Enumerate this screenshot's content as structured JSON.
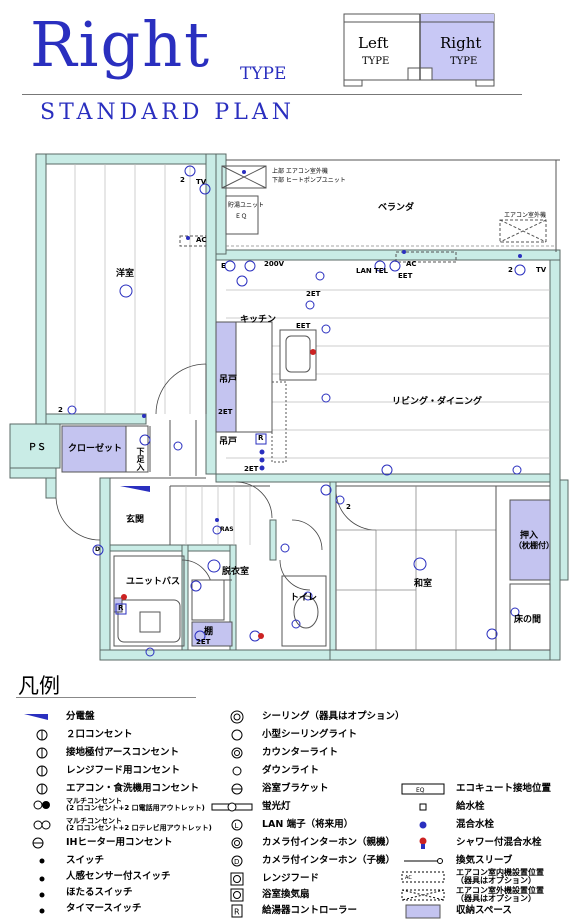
{
  "header": {
    "title": "Right",
    "type_label": "TYPE",
    "subtitle": "STANDARD PLAN"
  },
  "key_plan": {
    "left_name": "Left",
    "left_type": "TYPE",
    "right_name": "Right",
    "right_type": "TYPE",
    "highlight_color": "#c8c8f5"
  },
  "colors": {
    "wall": "#c9ece6",
    "wall_stroke": "#5a6a66",
    "storage": "#c4c4f0",
    "accent_blue": "#2a2fbf",
    "line": "#333333"
  },
  "rooms": {
    "youshitsu": "洋室",
    "veranda": "ベランダ",
    "kitchen": "キッチン",
    "living": "リビング・ダイニング",
    "tsurito1": "吊戸",
    "tsurito2": "吊戸",
    "ps": "ＰＳ",
    "closet": "クローゼット",
    "getabako": "下足入",
    "genkan": "玄関",
    "datsuishitsu": "脱衣室",
    "unit_bath": "ユニットバス",
    "toilet": "トイレ",
    "tana": "棚",
    "washitsu": "和室",
    "oshiire": "押入",
    "oshiire_sub": "（枕棚付）",
    "tokonoma": "床の間"
  },
  "plan_notes": {
    "ac_unit_note_1": "上部 エアコン室外機",
    "ac_unit_note_2": "下部 ヒートポンプユニット",
    "hot_water_unit": "貯湯ユニット",
    "eq": "ＥＱ",
    "ac_outdoor": "エアコン室外機",
    "v200": "200V",
    "ac": "AC",
    "lan": "LAN",
    "tel": "TEL",
    "eet": "EET",
    "tv": "TV",
    "two": "2",
    "two_et": "2ET",
    "e": "E",
    "r": "R",
    "ras": "RAS",
    "d": "D"
  },
  "legend": {
    "title": "凡例",
    "left": [
      {
        "icon": "distribution-board-icon",
        "label": "分電盤"
      },
      {
        "icon": "outlet-2-icon",
        "label": "２口コンセント"
      },
      {
        "icon": "outlet-2et-icon",
        "label": "接地極付アースコンセント"
      },
      {
        "icon": "outlet-e-icon",
        "label": "レンジフード用コンセント"
      },
      {
        "icon": "outlet-eet-icon",
        "label": "エアコン・食洗機用コンセント"
      },
      {
        "icon": "multi-outlet-tel-icon",
        "label": "マルチコンセント",
        "sub": "(2 ロコンセント+2 口電話用アウトレット)"
      },
      {
        "icon": "multi-outlet-tv-icon",
        "label": "マルチコンセント",
        "sub": "(2 ロコンセント+2 口テレビ用アウトレット)"
      },
      {
        "icon": "outlet-200v-icon",
        "label": "IHヒーター用コンセント"
      },
      {
        "icon": "switch-icon",
        "label": "スイッチ"
      },
      {
        "icon": "sensor-switch-icon",
        "label": "人感センサー付スイッチ"
      },
      {
        "icon": "firefly-switch-icon",
        "label": "ほたるスイッチ"
      },
      {
        "icon": "timer-switch-icon",
        "label": "タイマースイッチ"
      }
    ],
    "mid": [
      {
        "icon": "ceiling-light-icon",
        "label": "シーリング（器具はオプション）"
      },
      {
        "icon": "small-ceiling-light-icon",
        "label": "小型シーリングライト"
      },
      {
        "icon": "counter-light-icon",
        "label": "カウンターライト"
      },
      {
        "icon": "downlight-icon",
        "label": "ダウンライト"
      },
      {
        "icon": "bath-bracket-icon",
        "label": "浴室ブラケット"
      },
      {
        "icon": "fluorescent-icon",
        "label": "蛍光灯"
      },
      {
        "icon": "lan-icon",
        "label": "LAN 端子（将来用）"
      },
      {
        "icon": "intercom-master-icon",
        "label": "カメラ付インターホン（親機）"
      },
      {
        "icon": "intercom-slave-icon",
        "label": "カメラ付インターホン（子機）"
      },
      {
        "icon": "range-hood-icon",
        "label": "レンジフード"
      },
      {
        "icon": "bath-fan-icon",
        "label": "浴室換気扇"
      },
      {
        "icon": "water-heater-controller-icon",
        "label": "給湯器コントローラー"
      }
    ],
    "right": [
      {
        "icon": "ecocute-ground-icon",
        "label": "エコキュート接地位置"
      },
      {
        "icon": "water-faucet-icon",
        "label": "給水栓"
      },
      {
        "icon": "mixing-faucet-icon",
        "label": "混合水栓"
      },
      {
        "icon": "shower-faucet-icon",
        "label": "シャワー付混合水栓"
      },
      {
        "icon": "vent-sleeve-icon",
        "label": "換気スリーブ"
      },
      {
        "icon": "ac-indoor-icon",
        "label": "エアコン室内機設置位置",
        "sub": "（器具はオプション）"
      },
      {
        "icon": "ac-outdoor-icon",
        "label": "エアコン室外機設置位置",
        "sub": "（器具はオプション）"
      },
      {
        "icon": "storage-space-icon",
        "label": "収納スペース"
      }
    ]
  }
}
